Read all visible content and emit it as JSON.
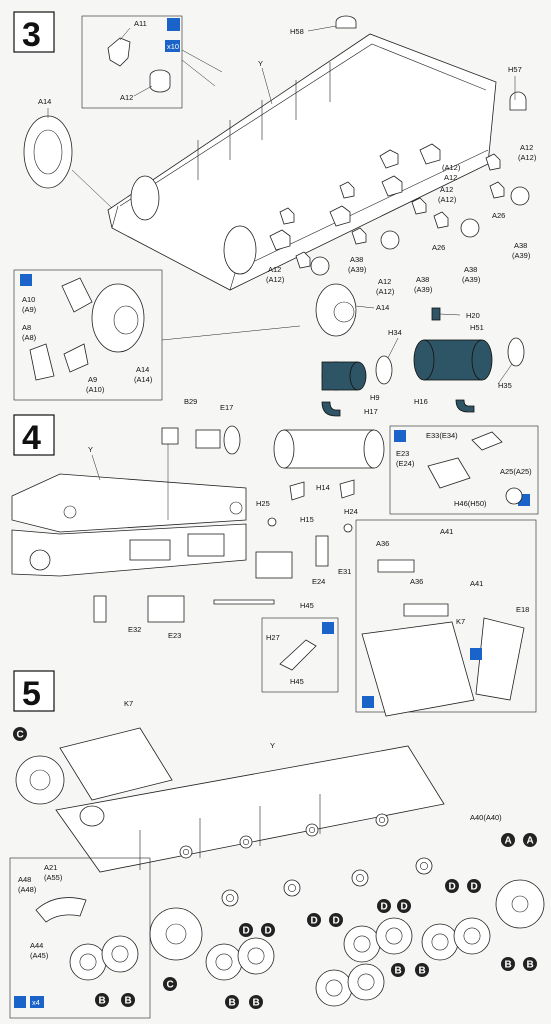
{
  "steps": {
    "s3": "3",
    "s4": "4",
    "s5": "5"
  },
  "colors": {
    "paper": "#f6f6f4",
    "ink": "#111111",
    "tank_accent": "#2e5566",
    "note_icon": "#1a63c8"
  },
  "step3": {
    "labels": {
      "A11": "A11",
      "A12": "A12",
      "A14": "A14",
      "H58": "H58",
      "Y": "Y",
      "H57": "H57",
      "A12_pair": "A12",
      "A12_pair_sub": "(A12)",
      "A12_b": "A12",
      "A12_b_sub": "(A12)",
      "A12_c": "A12",
      "A12_c_sub": "(A12)",
      "A26_a": "A26",
      "A26_b": "A26",
      "A38_a": "A38",
      "A38_a_sub": "(A39)",
      "A38_b": "A38",
      "A38_b_sub": "(A39)",
      "A38_c": "A38",
      "A38_c_sub": "(A39)",
      "A38_d": "A38",
      "A38_d_sub": "(A39)",
      "A12_d": "A12",
      "A12_d_sub": "(A12)",
      "A12_e": "A12",
      "A12_e_sub": "(A12)",
      "A14_b": "A14",
      "A10": "A10",
      "A10_sub": "(A9)",
      "A8": "A8",
      "A8_sub": "(A8)",
      "A14_c": "A14",
      "A14_c_sub": "(A14)",
      "A9": "A9",
      "A9_sub": "(A10)",
      "H20": "H20",
      "H34": "H34",
      "H51": "H51",
      "H35": "H35",
      "H9": "H9",
      "H17": "H17",
      "H16": "H16",
      "x10": "x10"
    }
  },
  "step4": {
    "labels": {
      "B29": "B29",
      "E17": "E17",
      "Y": "Y",
      "E33": "E33(E34)",
      "E23_top": "E23",
      "E23_top_sub": "(E24)",
      "A25": "A25(A25)",
      "H46": "H46(H50)",
      "H14": "H14",
      "H15": "H15",
      "H25": "H25",
      "H24": "H24",
      "E31": "E31",
      "E24": "E24",
      "E32": "E32",
      "E23": "E23",
      "H45": "H45",
      "H27": "H27",
      "H45_b": "H45",
      "A41_a": "A41",
      "A36_a": "A36",
      "A36_b": "A36",
      "A41_b": "A41",
      "K7": "K7",
      "E18": "E18"
    }
  },
  "step5": {
    "labels": {
      "K7": "K7",
      "Y": "Y",
      "A40": "A40(A40)",
      "A21": "A21",
      "A21_sub": "(A55)",
      "A48": "A48",
      "A48_sub": "(A48)",
      "A44": "A44",
      "A44_sub": "(A45)",
      "x4": "x4"
    },
    "badges": {
      "A": "A",
      "B": "B",
      "C": "C",
      "D": "D"
    },
    "paren_open": "(",
    "paren_close": ")"
  }
}
